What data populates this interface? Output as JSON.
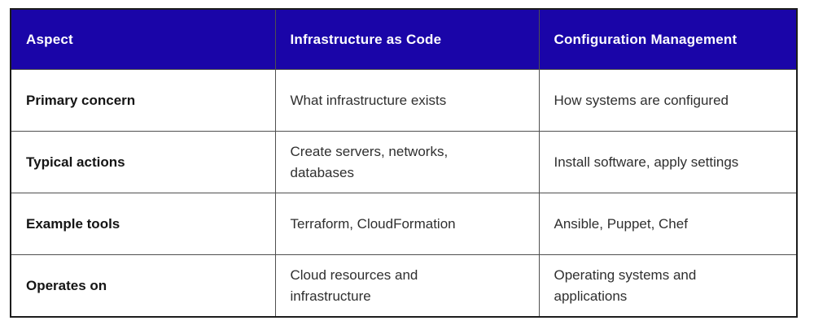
{
  "chart_data": {
    "type": "table",
    "columns": [
      "Aspect",
      "Infrastructure as Code",
      "Configuration Management"
    ],
    "rows": [
      [
        "Primary concern",
        "What infrastructure exists",
        "How systems are configured"
      ],
      [
        "Typical actions",
        "Create servers, networks,\ndatabases",
        "Install software, apply settings"
      ],
      [
        "Example tools",
        "Terraform, CloudFormation",
        "Ansible, Puppet, Chef"
      ],
      [
        "Operates on",
        "Cloud resources and\ninfrastructure",
        "Operating systems and\napplications"
      ]
    ]
  },
  "colors": {
    "header_background": "#1A05A8",
    "header_text": "#FFFFFF",
    "body_text": "#2F2F2F",
    "inner_border": "#4F4F4F",
    "outer_border": "#1C1C1C",
    "page_background": "#FFFFFF"
  }
}
